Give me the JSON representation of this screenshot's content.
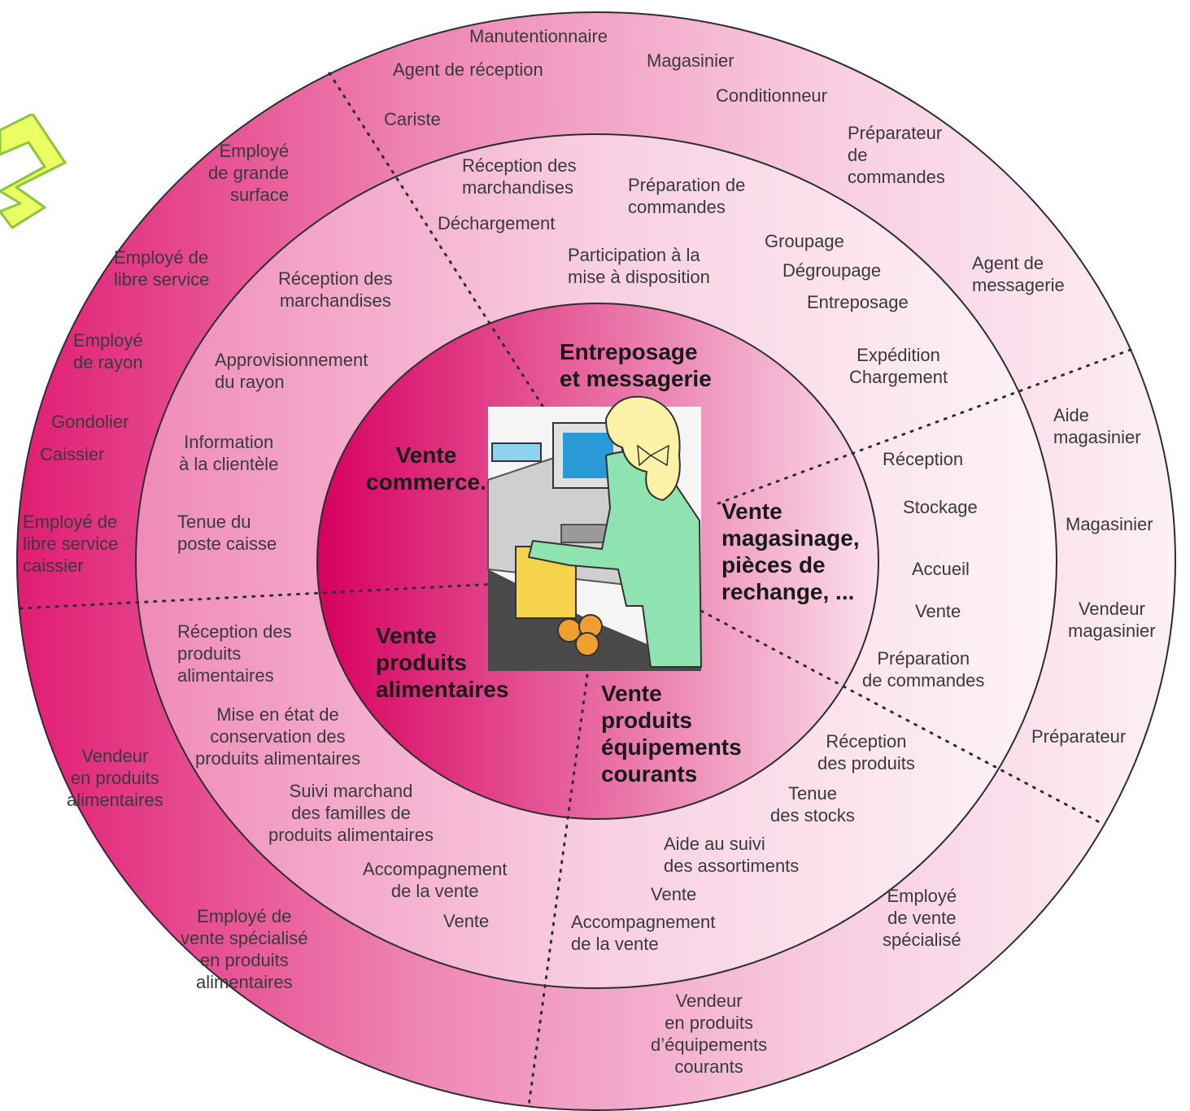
{
  "colors": {
    "outer_ring": "#e04a8f",
    "middle_ring": "#f3a8c8",
    "inner_disc": "#d81b6a",
    "separator": "#2e2e2e",
    "logo_fill": "#e9ff63",
    "logo_stroke": "#8cc63f"
  },
  "center": {
    "illustration": "cashier-illustration",
    "sectors": {
      "entreposage": "Entreposage\net messagerie",
      "vente_commerce": "Vente\ncommerce.",
      "vente_magasinage": "Vente\nmagasinage,\npièces de\nrechange, ...",
      "vente_alimentaires": "Vente\nproduits\nalimentaires",
      "vente_equipements": "Vente\nproduits\néquipements\ncourants"
    }
  },
  "activities": {
    "reception_marchandises_1": "Réception des\nmarchandises",
    "preparation_commandes_1": "Préparation de\ncommandes",
    "dechargement": "Déchargement",
    "participation": "Participation à la\nmise à disposition",
    "groupage": "Groupage",
    "degroupage": "Dégroupage",
    "entreposage": "Entreposage",
    "expedition": "Expédition\nChargement",
    "reception_marchandises_2": "Réception des\nmarchandises",
    "approvisionnement": "Approvisionnement\ndu rayon",
    "information": "Information\nà la clientèle",
    "tenue_caisse": "Tenue du\nposte caisse",
    "reception": "Réception",
    "stockage": "Stockage",
    "accueil": "Accueil",
    "vente_mag": "Vente",
    "preparation_commandes_2": "Préparation\nde commandes",
    "reception_produits_alim": "Réception des\nproduits\nalimentaires",
    "mise_en_etat": "Mise en état de\nconservation des\nproduits alimentaires",
    "suivi_marchand": "Suivi marchand\ndes familles de\nproduits alimentaires",
    "accompagnement_1": "Accompagnement\nde la vente",
    "vente_alim": "Vente",
    "reception_produits": "Réception\ndes produits",
    "tenue_stocks": "Tenue\ndes stocks",
    "aide_suivi": "Aide au suivi\ndes assortiments",
    "vente_equip": "Vente",
    "accompagnement_2": "Accompagnement\nde la vente"
  },
  "jobs": {
    "manutentionnaire": "Manutentionnaire",
    "agent_reception": "Agent de réception",
    "magasinier_top": "Magasinier",
    "conditionneur": "Conditionneur",
    "cariste": "Cariste",
    "preparateur_commandes": "Préparateur\nde\ncommandes",
    "employe_grande_surface": "Employé\nde grande\nsurface",
    "employe_libre_service": "Employé de\nlibre service",
    "agent_messagerie": "Agent de\nmessagerie",
    "employe_rayon": "Employé\nde rayon",
    "gondolier": "Gondolier",
    "caissier": "Caissier",
    "employe_ls_caissier": "Employé de\nlibre service\ncaissier",
    "aide_magasinier": "Aide\nmagasinier",
    "magasinier_right": "Magasinier",
    "vendeur_magasinier": "Vendeur\nmagasinier",
    "preparateur": "Préparateur",
    "vendeur_alimentaires": "Vendeur\nen produits\nalimentaires",
    "employe_vente_spec_alim": "Employé de\nvente spécialisé\nen produits\nalimentaires",
    "employe_vente_spec": "Employé\nde  vente\nspécialisé",
    "vendeur_equipements": "Vendeur\nen produits\nd’équipements\ncourants"
  }
}
